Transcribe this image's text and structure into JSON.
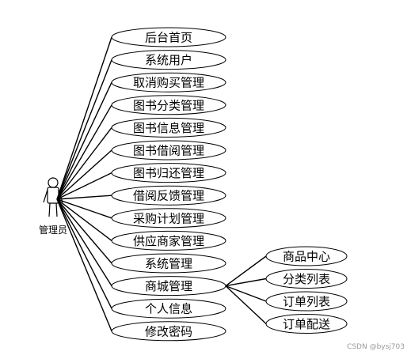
{
  "actor": {
    "label": "管理员",
    "icon": "stick-figure-icon"
  },
  "use_cases": [
    {
      "label": "后台首页"
    },
    {
      "label": "系统用户"
    },
    {
      "label": "取消购买管理"
    },
    {
      "label": "图书分类管理"
    },
    {
      "label": "图书信息管理"
    },
    {
      "label": "图书借阅管理"
    },
    {
      "label": "图书归还管理"
    },
    {
      "label": "借阅反馈管理"
    },
    {
      "label": "采购计划管理"
    },
    {
      "label": "供应商家管理"
    },
    {
      "label": "系统管理"
    },
    {
      "label": "商城管理",
      "children": [
        {
          "label": "商品中心"
        },
        {
          "label": "分类列表"
        },
        {
          "label": "订单列表"
        },
        {
          "label": "订单配送"
        }
      ]
    },
    {
      "label": "个人信息"
    },
    {
      "label": "修改密码"
    }
  ],
  "watermark": "CSDN @bysj703",
  "colors": {
    "stroke": "#000000",
    "background": "#ffffff",
    "watermark": "#9a9a9a"
  }
}
